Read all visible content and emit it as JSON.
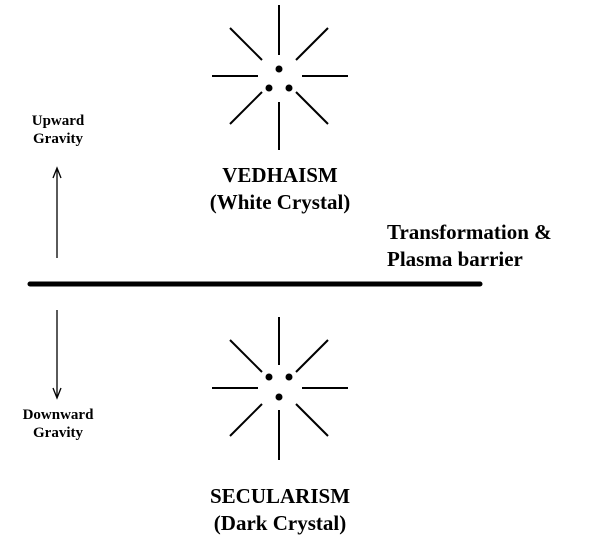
{
  "gravity": {
    "upward_line1": "Upward",
    "upward_line2": "Gravity",
    "downward_line1": "Downward",
    "downward_line2": "Gravity"
  },
  "white_crystal": {
    "name": "VEDHAISM",
    "subtitle": "(White Crystal)"
  },
  "dark_crystal": {
    "name": "SECULARISM",
    "subtitle": "(Dark Crystal)"
  },
  "barrier": {
    "line1": "Transformation &",
    "line2": "Plasma barrier"
  },
  "colors": {
    "ink": "#000000",
    "background": "#ffffff"
  }
}
